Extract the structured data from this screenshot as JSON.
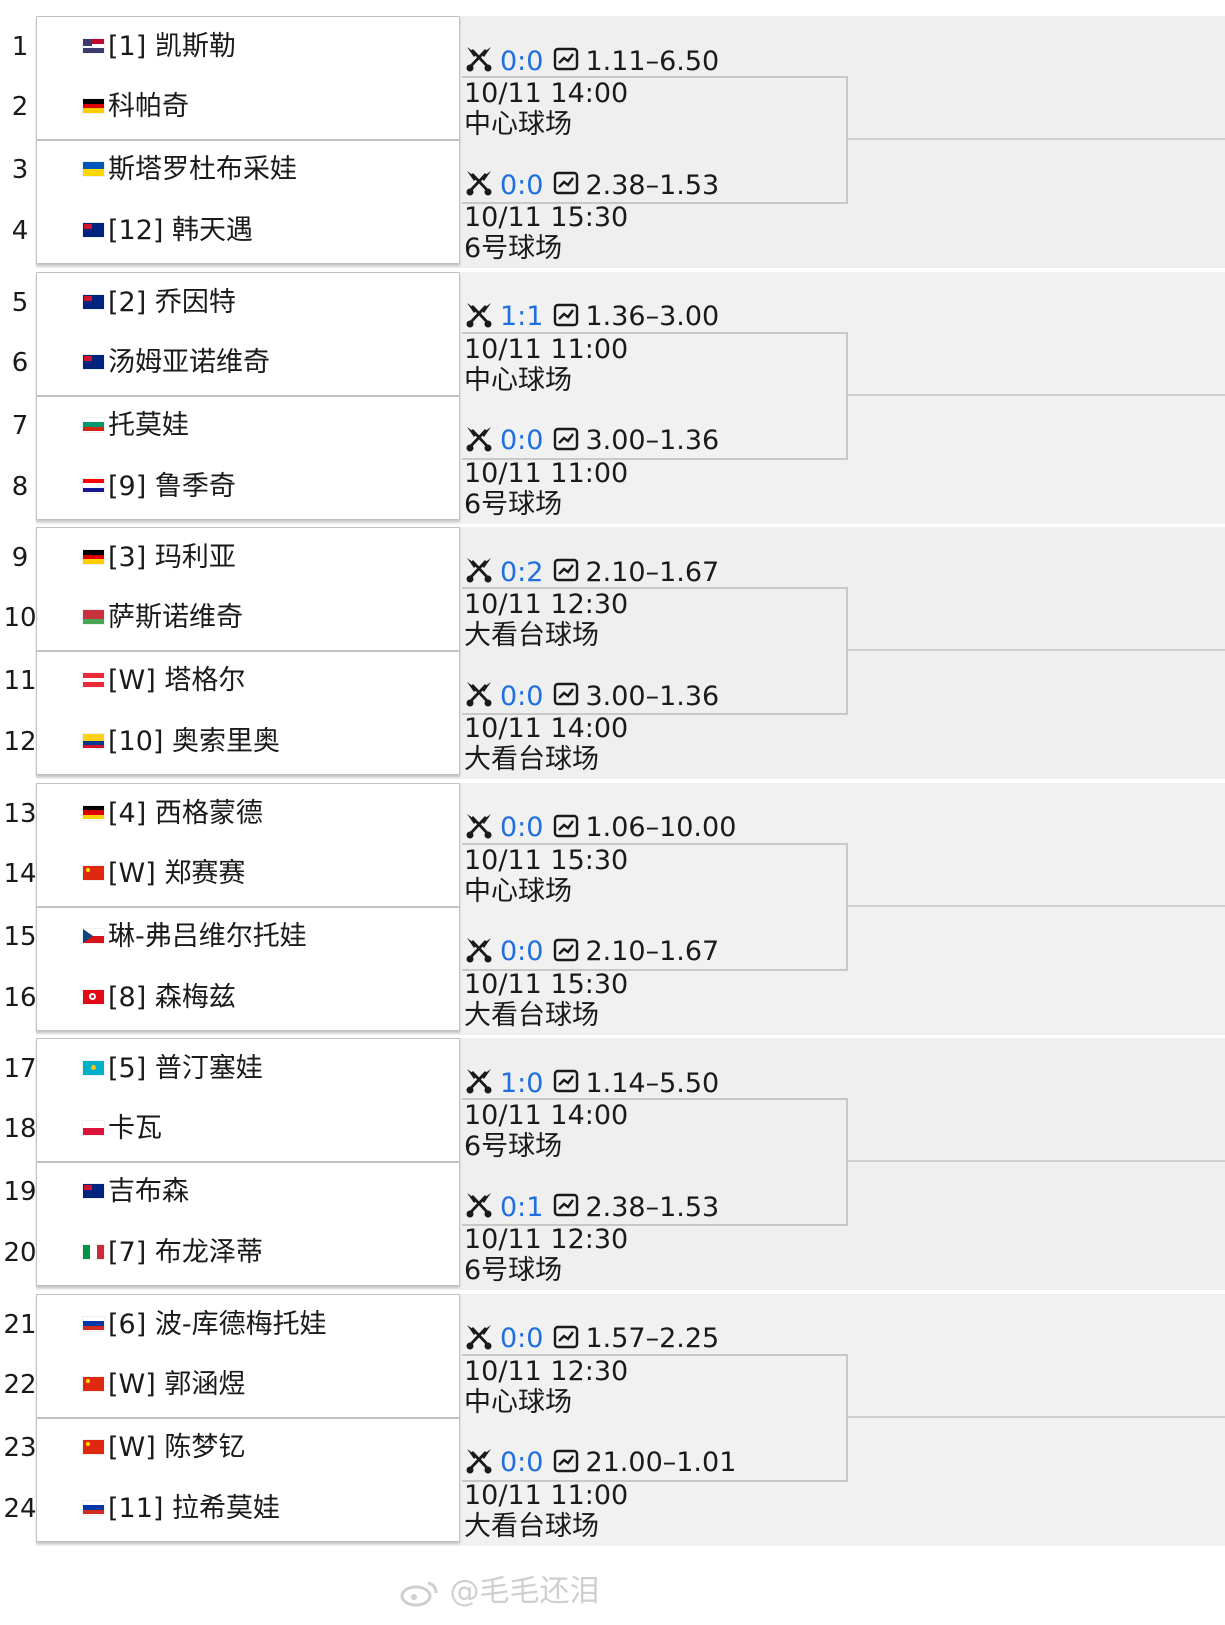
{
  "players": [
    {
      "num": "1",
      "label": "[1] 凯斯勒",
      "flag": "us"
    },
    {
      "num": "2",
      "label": "科帕奇",
      "flag": "de"
    },
    {
      "num": "3",
      "label": "斯塔罗杜布采娃",
      "flag": "ua"
    },
    {
      "num": "4",
      "label": "[12] 韩天遇",
      "flag": "au"
    },
    {
      "num": "5",
      "label": "[2] 乔因特",
      "flag": "au"
    },
    {
      "num": "6",
      "label": "汤姆亚诺维奇",
      "flag": "au"
    },
    {
      "num": "7",
      "label": "托莫娃",
      "flag": "bg"
    },
    {
      "num": "8",
      "label": "[9] 鲁季奇",
      "flag": "hr"
    },
    {
      "num": "9",
      "label": "[3] 玛利亚",
      "flag": "de"
    },
    {
      "num": "10",
      "label": "萨斯诺维奇",
      "flag": "by"
    },
    {
      "num": "11",
      "label": "[W] 塔格尔",
      "flag": "at"
    },
    {
      "num": "12",
      "label": "[10] 奥索里奥",
      "flag": "co"
    },
    {
      "num": "13",
      "label": "[4] 西格蒙德",
      "flag": "de"
    },
    {
      "num": "14",
      "label": "[W] 郑赛赛",
      "flag": "cn"
    },
    {
      "num": "15",
      "label": "琳-弗吕维尔托娃",
      "flag": "cz"
    },
    {
      "num": "16",
      "label": "[8] 森梅兹",
      "flag": "tr"
    },
    {
      "num": "17",
      "label": "[5] 普汀塞娃",
      "flag": "kz"
    },
    {
      "num": "18",
      "label": "卡瓦",
      "flag": "pl"
    },
    {
      "num": "19",
      "label": "吉布森",
      "flag": "au"
    },
    {
      "num": "20",
      "label": "[7] 布龙泽蒂",
      "flag": "it"
    },
    {
      "num": "21",
      "label": "[6] 波-库德梅托娃",
      "flag": "ru"
    },
    {
      "num": "22",
      "label": "[W] 郭涵煜",
      "flag": "cn"
    },
    {
      "num": "23",
      "label": "[W] 陈梦钇",
      "flag": "cn"
    },
    {
      "num": "24",
      "label": "[11] 拉希莫娃",
      "flag": "ru"
    }
  ],
  "matches": [
    {
      "score": "0:0",
      "odds": "1.11–6.50",
      "time": "10/11 14:00",
      "court": "中心球场"
    },
    {
      "score": "0:0",
      "odds": "2.38–1.53",
      "time": "10/11 15:30",
      "court": "6号球场"
    },
    {
      "score": "1:1",
      "odds": "1.36–3.00",
      "time": "10/11 11:00",
      "court": "中心球场"
    },
    {
      "score": "0:0",
      "odds": "3.00–1.36",
      "time": "10/11 11:00",
      "court": "6号球场"
    },
    {
      "score": "0:2",
      "odds": "2.10–1.67",
      "time": "10/11 12:30",
      "court": "大看台球场"
    },
    {
      "score": "0:0",
      "odds": "3.00–1.36",
      "time": "10/11 14:00",
      "court": "大看台球场"
    },
    {
      "score": "0:0",
      "odds": "1.06–10.00",
      "time": "10/11 15:30",
      "court": "中心球场"
    },
    {
      "score": "0:0",
      "odds": "2.10–1.67",
      "time": "10/11 15:30",
      "court": "大看台球场"
    },
    {
      "score": "1:0",
      "odds": "1.14–5.50",
      "time": "10/11 14:00",
      "court": "6号球场"
    },
    {
      "score": "0:1",
      "odds": "2.38–1.53",
      "time": "10/11 12:30",
      "court": "6号球场"
    },
    {
      "score": "0:0",
      "odds": "1.57–2.25",
      "time": "10/11 12:30",
      "court": "中心球场"
    },
    {
      "score": "0:0",
      "odds": "21.00–1.01",
      "time": "10/11 11:00",
      "court": "大看台球场"
    }
  ],
  "icons": {
    "match": "crossed-rackets-icon",
    "odds": "line-chart-icon"
  },
  "colors": {
    "score": "#1f6fe0",
    "band": "#efefef",
    "box_border": "#c2c2c2"
  },
  "watermark": "@毛毛还泪"
}
